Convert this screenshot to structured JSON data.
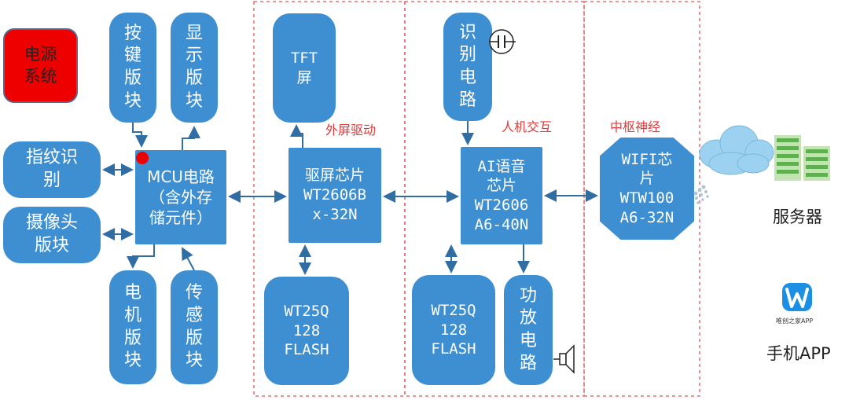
{
  "power": {
    "label": "电源\n系统"
  },
  "blocks": {
    "keys": "按\n键\n版\n块",
    "display": "显\n示\n版\n块",
    "fingerprint": "指纹识\n别",
    "camera": "摄像头\n版块",
    "mcu": "MCU电路\n（含外存\n储元件）",
    "motor": "电\n机\n版\n块",
    "sensor": "传\n感\n版\n块",
    "tft": "TFT\n屏",
    "screen_driver": "驱屏芯片\nWT2606B\nx-32N",
    "flash1": "WT25Q\n128\nFLASH",
    "recognition": "识\n别\n电\n路",
    "ai_chip": "AI语音\n芯片\nWT2606\nA6-40N",
    "flash2": "WT25Q\n128\nFLASH",
    "amplifier": "功\n放\n电\n路",
    "wifi": "WIFI芯\n片\nWTW100\nA6-32N"
  },
  "sections": {
    "screen": "外屏驱动",
    "hmi": "人机交互",
    "hub": "中枢神经"
  },
  "cloud": {
    "server": "服务器",
    "app_small": "唯创之家APP",
    "phone": "手机APP"
  },
  "colors": {
    "block": "#3d8fd1",
    "power": "#ee0000",
    "section_border": "#e07070",
    "section_label": "#e23a3a"
  }
}
